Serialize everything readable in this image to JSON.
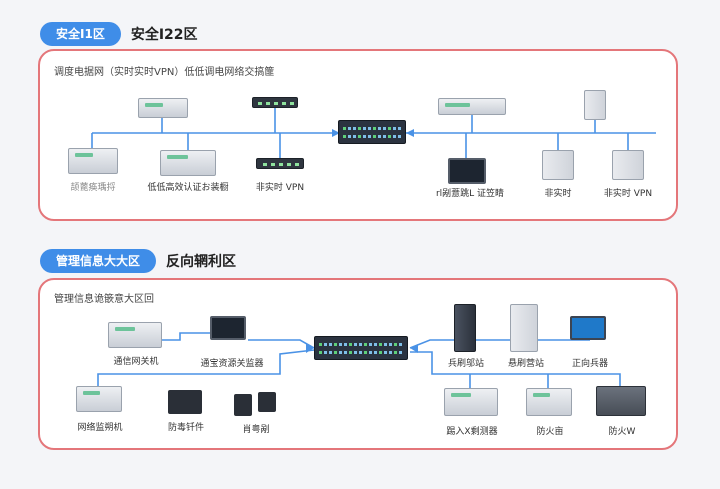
{
  "zone1": {
    "badge": "安全I1区",
    "title": "安全I22区",
    "panel_label": "调度电据网（实时实时VPN）低低调电网络交搞篚",
    "devices": {
      "left_bottom_1": "颉蓖痪瑀捋",
      "left_bottom_2": "低低高效认证お装橱",
      "left_bottom_3": "非实时 VPN",
      "right_bottom_1": "·"
    },
    "captions": {
      "c1": "颉蓖痪瑀捋",
      "c2": "低低高效认证お装橱",
      "c3": "非实时 VPN",
      "c4": "rl剐薏跳L 证笠睛",
      "c5": "非实时",
      "c6": "非实时 VPN"
    }
  },
  "zone2": {
    "badge": "管理信息大大区",
    "title": "反向辋利区",
    "panel_label": "管理信息诡篏意大区回",
    "captions": {
      "c1": "通信网关机",
      "c2": "通宝资源关监器",
      "c3": "兵刷邬站",
      "c4": "悬刷营站",
      "c5": "正向兵器",
      "c6": "网络监朔机",
      "c7": "防毒钎件",
      "c8": "肖粤剐",
      "c9": "踢入Ⅹ剩测器",
      "c10": "防火亩",
      "c11": "防火W"
    }
  },
  "colors": {
    "accent": "#3f8de8",
    "panel_border": "#e4767a",
    "wire": "#4a92e6"
  }
}
